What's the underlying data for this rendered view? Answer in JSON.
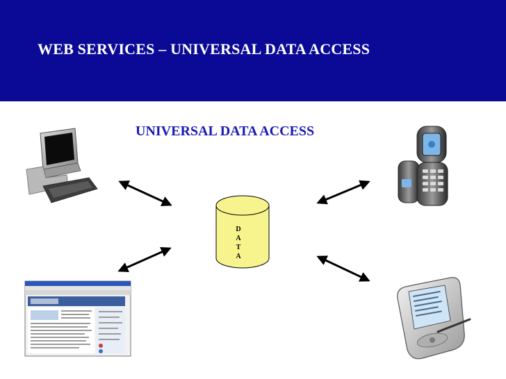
{
  "slide": {
    "title": "WEB SERVICES – UNIVERSAL DATA ACCESS",
    "subtitle": "UNIVERSAL DATA ACCESS",
    "header_color": "#0a0a96",
    "subtitle_color": "#1a1ab4"
  },
  "diagram": {
    "database": {
      "letters": [
        "D",
        "A",
        "T",
        "A"
      ],
      "fill": "#f7f48e"
    },
    "devices": [
      {
        "name": "desktop-computer",
        "icon": "desktop-computer-icon"
      },
      {
        "name": "flip-phone",
        "icon": "flip-phone-icon"
      },
      {
        "name": "web-browser",
        "icon": "web-browser-icon"
      },
      {
        "name": "pda",
        "icon": "pda-icon"
      }
    ]
  }
}
